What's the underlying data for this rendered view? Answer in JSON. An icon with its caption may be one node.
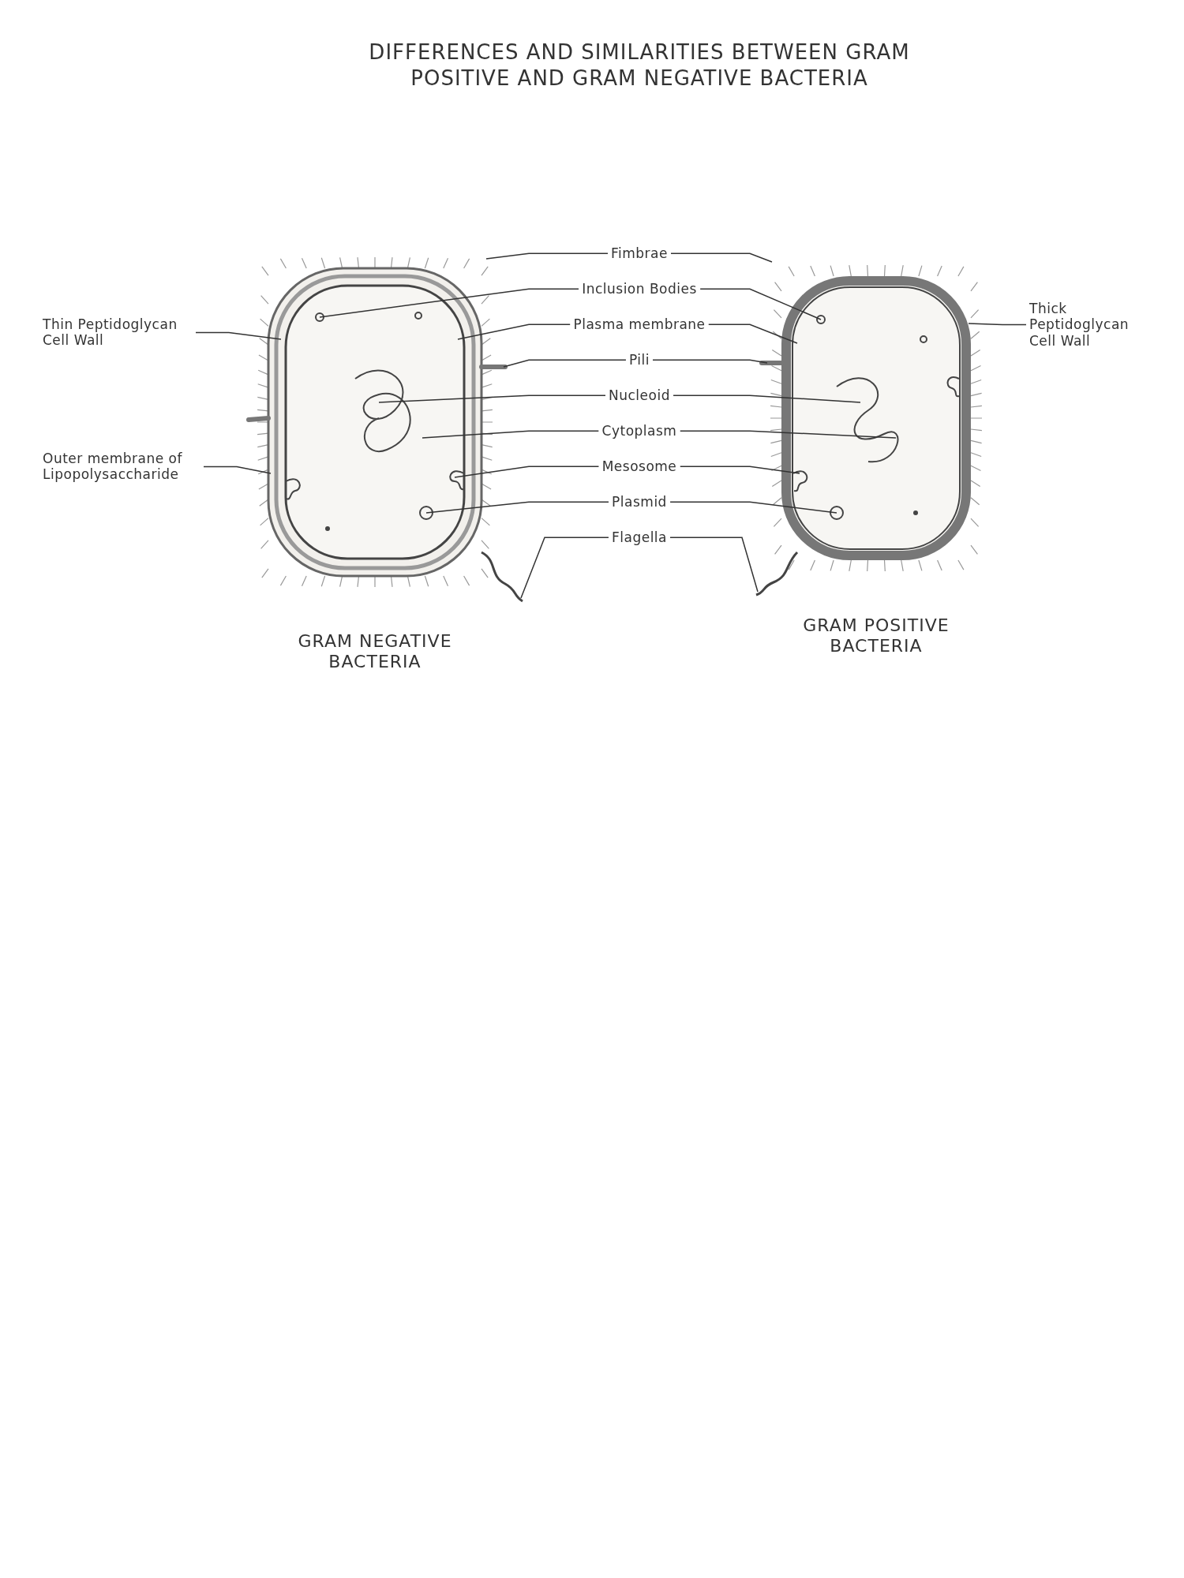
{
  "diagram": {
    "title": "DIFFERENCES AND SIMILARITIES BETWEEN GRAM POSITIVE AND GRAM NEGATIVE BACTERIA",
    "nodes": [
      {
        "text": [
          "Fimbrae"
        ]
      },
      {
        "text": [
          "Inclusion Bodies"
        ]
      },
      {
        "text": [
          "Plasma membrane"
        ]
      },
      {
        "text": [
          "Pili"
        ]
      },
      {
        "text": [
          "Nucleoid"
        ]
      },
      {
        "text": [
          "Cytoplasm"
        ]
      },
      {
        "text": [
          "Mesosome"
        ]
      },
      {
        "text": [
          "Plasmid"
        ]
      },
      {
        "text": [
          "Flagella"
        ]
      },
      {
        "text": [
          "Thin Peptidoglycan Cell Wall"
        ]
      },
      {
        "text": [
          "Outer membrane of Lipopolysaccharide"
        ]
      },
      {
        "text": [
          "Thick Peptidoglycan Cell Wall"
        ]
      },
      {
        "text": [],
        "shape": "picture"
      },
      {
        "text": [],
        "shape": "picture"
      }
    ],
    "edges": [
      {
        "from": 0,
        "to": 12,
        "arrow": "none"
      },
      {
        "from": 0,
        "to": 13,
        "arrow": "none"
      },
      {
        "from": 1,
        "to": 12,
        "arrow": "none"
      },
      {
        "from": 1,
        "to": 13,
        "arrow": "none"
      },
      {
        "from": 2,
        "to": 12,
        "arrow": "none"
      },
      {
        "from": 2,
        "to": 13,
        "arrow": "none"
      },
      {
        "from": 3,
        "to": 12,
        "arrow": "none"
      },
      {
        "from": 3,
        "to": 13,
        "arrow": "none"
      },
      {
        "from": 4,
        "to": 12,
        "arrow": "none"
      },
      {
        "from": 4,
        "to": 13,
        "arrow": "none"
      },
      {
        "from": 5,
        "to": 12,
        "arrow": "none"
      },
      {
        "from": 5,
        "to": 13,
        "arrow": "none"
      },
      {
        "from": 6,
        "to": 12,
        "arrow": "none"
      },
      {
        "from": 6,
        "to": 13,
        "arrow": "none"
      },
      {
        "from": 7,
        "to": 12,
        "arrow": "none"
      },
      {
        "from": 7,
        "to": 13,
        "arrow": "none"
      },
      {
        "from": 8,
        "to": 12,
        "arrow": "none"
      },
      {
        "from": 8,
        "to": 13,
        "arrow": "none"
      },
      {
        "from": 9,
        "to": 12,
        "arrow": "none"
      },
      {
        "from": 10,
        "to": 12,
        "arrow": "none"
      },
      {
        "from": 11,
        "to": 13,
        "arrow": "none"
      }
    ],
    "labels": [
      "GRAM NEGATIVE BACTERIA",
      "GRAM POSITIVE BACTERIA"
    ]
  }
}
